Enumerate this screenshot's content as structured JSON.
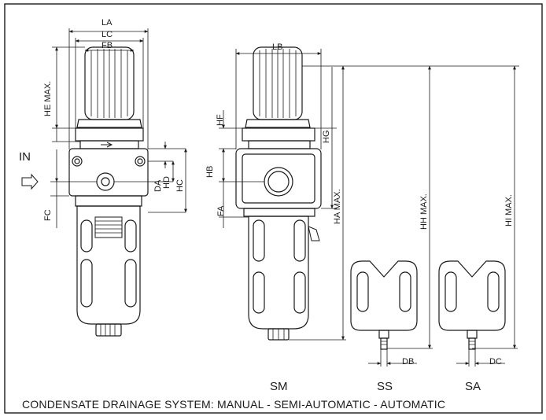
{
  "input": {
    "label": "IN"
  },
  "front_view": {
    "dims": {
      "la": "LA",
      "lc": "LC",
      "fb": "FB",
      "he": "HE MAX.",
      "fc": "FC",
      "da": "DA",
      "hd": "HD",
      "hc": "HC"
    }
  },
  "side_view": {
    "dims": {
      "lb": "LB",
      "hf": "HF",
      "hg": "HG",
      "hb": "HB",
      "fa": "FA",
      "ha": "HA MAX.",
      "hh": "HH MAX.",
      "hi": "HI MAX."
    }
  },
  "drains": [
    {
      "code": "SM",
      "dim": ""
    },
    {
      "code": "SS",
      "dim": "DB"
    },
    {
      "code": "SA",
      "dim": "DC"
    }
  ],
  "caption": "CONDENSATE DRAINAGE SYSTEM:  MANUAL - SEMI-AUTOMATIC - AUTOMATIC",
  "colors": {
    "stroke": "#1a1a1a",
    "background": "#ffffff"
  }
}
